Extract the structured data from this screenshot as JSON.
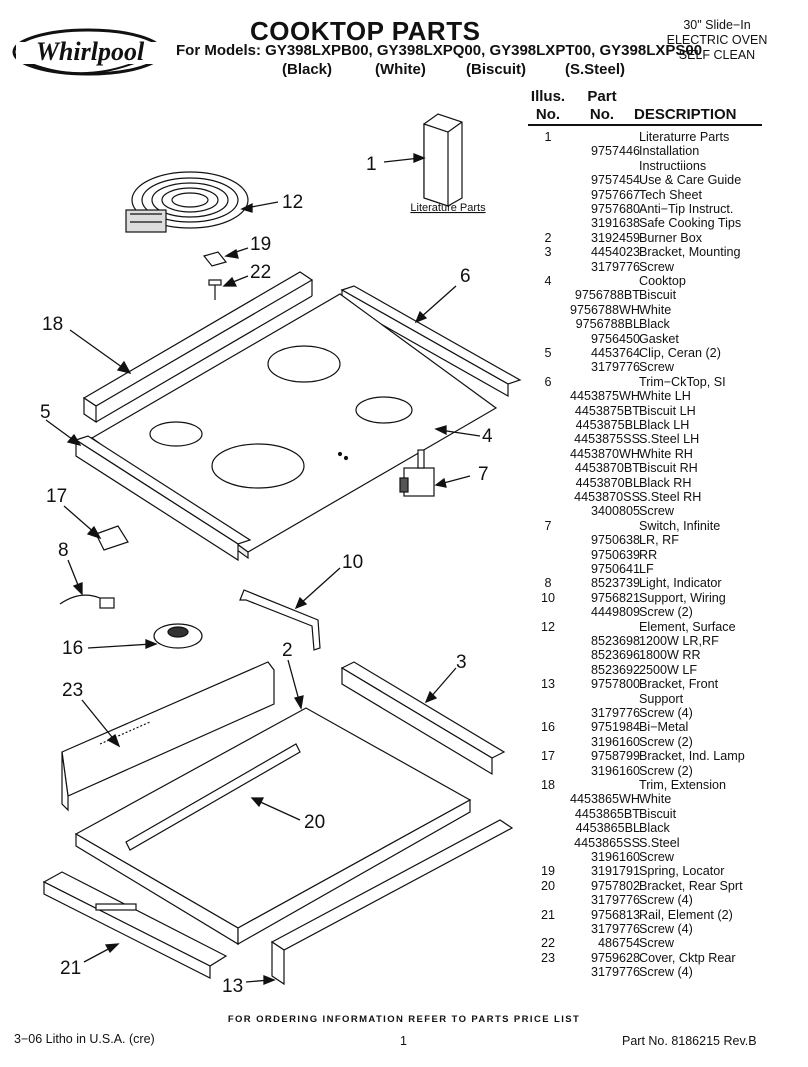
{
  "brand": "Whirlpool",
  "title": "COOKTOP PARTS",
  "models_line": "For Models: GY398LXPB00, GY398LXPQ00, GY398LXPT00, GY398LXPS00",
  "colors": [
    "(Black)",
    "(White)",
    "(Biscuit)",
    "(S.Steel)"
  ],
  "top_right": [
    "30\" Slide−In",
    "ELECTRIC OVEN",
    "SELF CLEAN"
  ],
  "table_headers": {
    "illus_1": "Illus.",
    "illus_2": "No.",
    "part_1": "Part",
    "part_2": "No.",
    "desc": "DESCRIPTION"
  },
  "parts": [
    [
      "1",
      "",
      "Literaturre Parts"
    ],
    [
      "",
      "9757446",
      "Installation"
    ],
    [
      "",
      "",
      "Instructiions"
    ],
    [
      "",
      "9757454",
      "Use & Care Guide"
    ],
    [
      "",
      "9757667",
      "Tech Sheet"
    ],
    [
      "",
      "9757680",
      "Anti−Tip Instruct."
    ],
    [
      "",
      "3191638",
      "Safe Cooking Tips"
    ],
    [
      "2",
      "3192459",
      "Burner Box"
    ],
    [
      "3",
      "4454023",
      "Bracket, Mounting"
    ],
    [
      "",
      "3179776",
      "Screw"
    ],
    [
      "4",
      "",
      "Cooktop"
    ],
    [
      "",
      "9756788BT",
      "Biscuit"
    ],
    [
      "",
      "9756788WH",
      "White"
    ],
    [
      "",
      "9756788BL",
      "Black"
    ],
    [
      "",
      "9756450",
      "Gasket"
    ],
    [
      "5",
      "4453764",
      "Clip, Ceran (2)"
    ],
    [
      "",
      "3179776",
      "Screw"
    ],
    [
      "6",
      "",
      "Trim−CkTop, SI"
    ],
    [
      "",
      "4453875WH",
      "White LH"
    ],
    [
      "",
      "4453875BT",
      "Biscuit LH"
    ],
    [
      "",
      "4453875BL",
      "Black LH"
    ],
    [
      "",
      "4453875SS",
      "S.Steel LH"
    ],
    [
      "",
      "4453870WH",
      "White RH"
    ],
    [
      "",
      "4453870BT",
      "Biscuit RH"
    ],
    [
      "",
      "4453870BL",
      "Black RH"
    ],
    [
      "",
      "4453870SS",
      "S.Steel RH"
    ],
    [
      "",
      "3400805",
      "Screw"
    ],
    [
      "7",
      "",
      "Switch, Infinite"
    ],
    [
      "",
      "9750638",
      "LR, RF"
    ],
    [
      "",
      "9750639",
      "RR"
    ],
    [
      "",
      "9750641",
      "LF"
    ],
    [
      "8",
      "8523739",
      "Light, Indicator"
    ],
    [
      "10",
      "9756821",
      "Support, Wiring"
    ],
    [
      "",
      "4449809",
      "Screw (2)"
    ],
    [
      "12",
      "",
      "Element, Surface"
    ],
    [
      "",
      "8523698",
      "1200W LR,RF"
    ],
    [
      "",
      "8523696",
      "1800W RR"
    ],
    [
      "",
      "8523692",
      "2500W LF"
    ],
    [
      "13",
      "9757800",
      "Bracket, Front"
    ],
    [
      "",
      "",
      "Support"
    ],
    [
      "",
      "3179776",
      "Screw (4)"
    ],
    [
      "16",
      "9751984",
      "Bi−Metal"
    ],
    [
      "",
      "3196160",
      "Screw (2)"
    ],
    [
      "17",
      "9758799",
      "Bracket, Ind. Lamp"
    ],
    [
      "",
      "3196160",
      "Screw (2)"
    ],
    [
      "18",
      "",
      "Trim, Extension"
    ],
    [
      "",
      "4453865WH",
      "White"
    ],
    [
      "",
      "4453865BT",
      "Biscuit"
    ],
    [
      "",
      "4453865BL",
      "Black"
    ],
    [
      "",
      "4453865SS",
      "S.Steel"
    ],
    [
      "",
      "3196160",
      "Screw"
    ],
    [
      "19",
      "3191791",
      "Spring, Locator"
    ],
    [
      "20",
      "9757802",
      "Bracket, Rear Sprt"
    ],
    [
      "",
      "3179776",
      "Screw (4)"
    ],
    [
      "21",
      "9756813",
      "Rail, Element (2)"
    ],
    [
      "",
      "3179776",
      "Screw (4)"
    ],
    [
      "22",
      "486754",
      "Screw"
    ],
    [
      "23",
      "9759628",
      "Cover, Cktp Rear"
    ],
    [
      "",
      "3179776",
      "Screw (4)"
    ]
  ],
  "diagram": {
    "literature_label": "Literature Parts",
    "callouts": [
      "1",
      "12",
      "19",
      "22",
      "6",
      "18",
      "5",
      "4",
      "7",
      "17",
      "8",
      "10",
      "16",
      "2",
      "3",
      "23",
      "20",
      "21",
      "13"
    ]
  },
  "footer": "FOR ORDERING INFORMATION REFER TO PARTS PRICE LIST",
  "litho": "3−06 Litho in U.S.A. (cre)",
  "page_number": "1",
  "part_number": "Part No. 8186215 Rev.B"
}
